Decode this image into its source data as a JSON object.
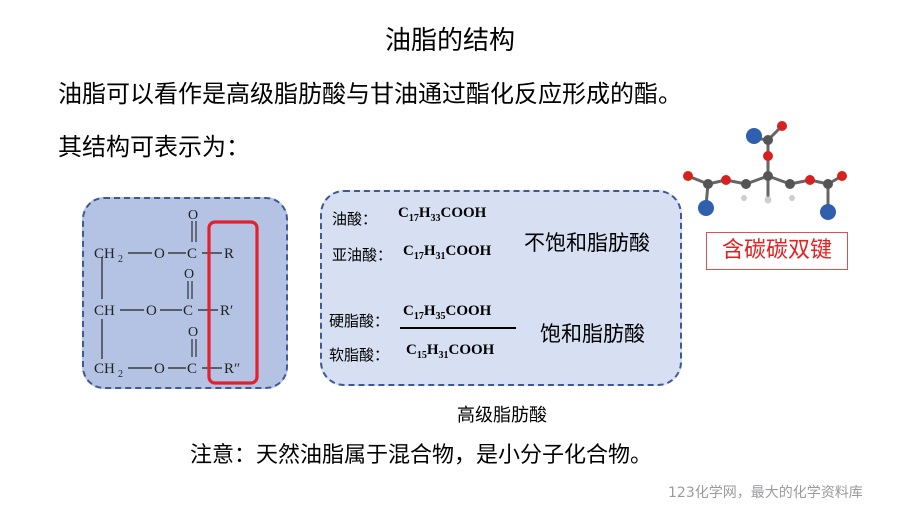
{
  "title": "油脂的结构",
  "intro": "油脂可以看作是高级脂肪酸与甘油通过酯化反应形成的酯。",
  "structure_intro": "其结构可表示为：",
  "structure": {
    "rows": [
      {
        "ch": "CH",
        "sub": "2",
        "o": "O",
        "c": "C",
        "carbonyl_o": "O",
        "r": "R"
      },
      {
        "ch": "CH",
        "sub": "",
        "o": "O",
        "c": "C",
        "carbonyl_o": "O",
        "r": "R′"
      },
      {
        "ch": "CH",
        "sub": "2",
        "o": "O",
        "c": "C",
        "carbonyl_o": "O",
        "r": "R″"
      }
    ],
    "highlight_color": "#e5202a"
  },
  "acids": {
    "unsaturated": [
      {
        "name": "油酸：",
        "formula": {
          "c": "17",
          "h": "33",
          "tail": "COOH"
        }
      },
      {
        "name": "亚油酸：",
        "formula": {
          "c": "17",
          "h": "31",
          "tail": "COOH"
        }
      }
    ],
    "unsaturated_label": "不饱和脂肪酸",
    "saturated": [
      {
        "name": "硬脂酸：",
        "formula": {
          "c": "17",
          "h": "35",
          "tail": "COOH"
        }
      },
      {
        "name": "软脂酸：",
        "formula": {
          "c": "15",
          "h": "31",
          "tail": "COOH"
        }
      }
    ],
    "saturated_label": "饱和脂肪酸",
    "caption": "高级脂肪酸"
  },
  "note": "注意：天然油脂属于混合物，是小分子化合物。",
  "molecule": {
    "colors": {
      "oxygen": "#d92020",
      "r_group": "#2f5fae",
      "carbon": "#555555",
      "hydrogen": "#d0d0d0"
    }
  },
  "double_bond_label": "含碳碳双键",
  "watermark": "123化学网，最大的化学资料库"
}
